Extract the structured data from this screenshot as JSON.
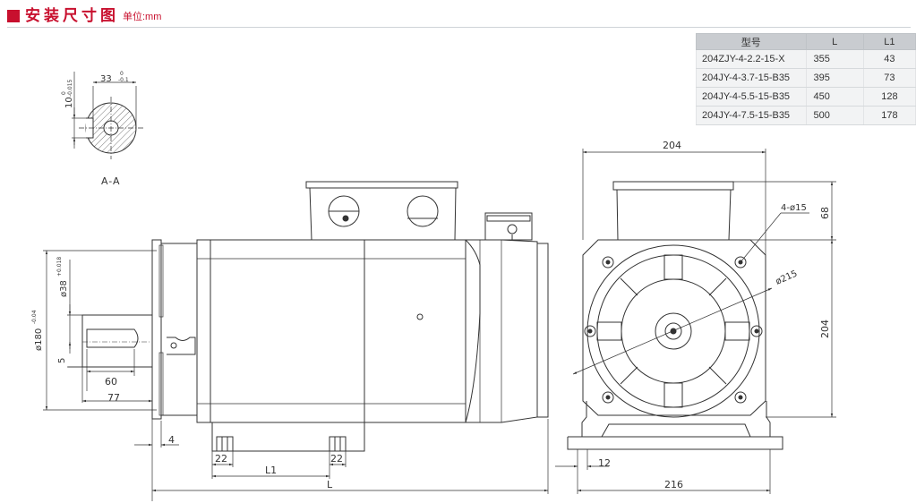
{
  "header": {
    "title": "安装尺寸图",
    "unit": "单位:mm"
  },
  "table": {
    "headers": [
      "型号",
      "L",
      "L1"
    ],
    "rows": [
      [
        "204ZJY-4-2.2-15-X",
        "355",
        "43"
      ],
      [
        "204JY-4-3.7-15-B35",
        "395",
        "73"
      ],
      [
        "204JY-4-5.5-15-B35",
        "450",
        "128"
      ],
      [
        "204JY-4-7.5-15-B35",
        "500",
        "178"
      ]
    ]
  },
  "section": {
    "label": "A-A",
    "width_dim": "33",
    "width_tol": "0",
    "width_tol2": "-0.1",
    "key_dim": "10",
    "key_tol": "0",
    "key_tol2": "-0.015"
  },
  "side_view": {
    "flange_dia": "ø180",
    "flange_tol": "-0.04",
    "shaft_dia": "ø38",
    "shaft_tol": "+0.018",
    "key_offset": "5",
    "key_length": "60",
    "shaft_length": "77",
    "flange_thk": "4",
    "foot_w1": "22",
    "foot_w2": "22",
    "foot_spacing": "L1",
    "total_length": "L"
  },
  "front_view": {
    "width": "204",
    "box_height": "68",
    "hole_spec": "4-ø15",
    "pcd": "ø215",
    "height": "204",
    "foot_thk": "12",
    "base_width": "216"
  },
  "colors": {
    "accent": "#c8102e",
    "line": "#333333",
    "table_header": "#c9ccd0",
    "table_row": "#f2f3f4"
  }
}
